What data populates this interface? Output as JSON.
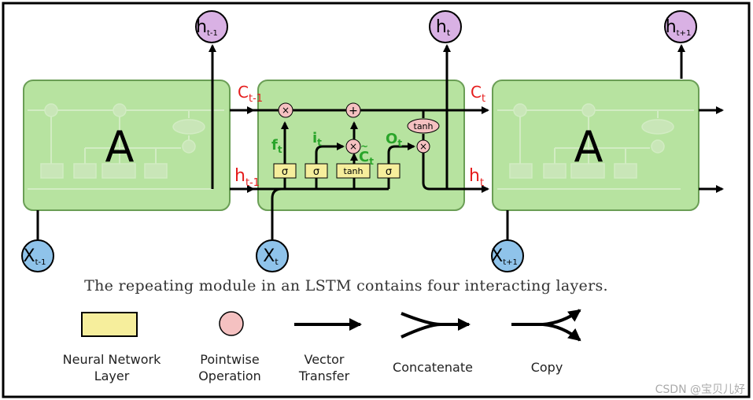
{
  "diagram": {
    "caption": "The repeating module in an LSTM contains four interacting layers.",
    "cells": {
      "left_label": "A",
      "right_label": "A"
    },
    "outputs": {
      "h_prev": "h",
      "h_prev_sub": "t-1",
      "h_cur": "h",
      "h_cur_sub": "t",
      "h_next": "h",
      "h_next_sub": "t+1"
    },
    "inputs": {
      "x_prev": "X",
      "x_prev_sub": "t-1",
      "x_cur": "X",
      "x_cur_sub": "t",
      "x_next": "X",
      "x_next_sub": "t+1"
    },
    "state_labels": {
      "c_in": "C",
      "c_in_sub": "t-1",
      "h_in": "h",
      "h_in_sub": "t-1",
      "c_out": "C",
      "c_out_sub": "t",
      "h_out": "h",
      "h_out_sub": "t"
    },
    "gate_labels": {
      "f": "f",
      "f_sub": "t",
      "i": "i",
      "i_sub": "t",
      "c_tilde": "C",
      "c_tilde_sub": "t",
      "c_tilde_mark": "~",
      "o": "O",
      "o_sub": "t"
    },
    "layers": {
      "sigma": "σ",
      "tanh": "tanh"
    },
    "pointwise": {
      "mult": "×",
      "add": "+",
      "tanh": "tanh"
    },
    "legend": {
      "nn_layer": [
        "Neural Network",
        "Layer"
      ],
      "pointwise": [
        "Pointwise",
        "Operation"
      ],
      "vector": [
        "Vector",
        "Transfer"
      ],
      "concat": "Concatenate",
      "copy": "Copy"
    },
    "watermark": "CSDN @宝贝儿好"
  },
  "colors": {
    "cell_fill": "#b7e3a0",
    "cell_stroke": "#6a9e55",
    "layer_fill": "#f6ee9c",
    "pointwise_fill": "#f5c1c1",
    "input_fill": "#8fc3ea",
    "output_fill": "#d9b1e4",
    "state_label": "#e51c1c",
    "gate_label": "#2aa52a"
  }
}
